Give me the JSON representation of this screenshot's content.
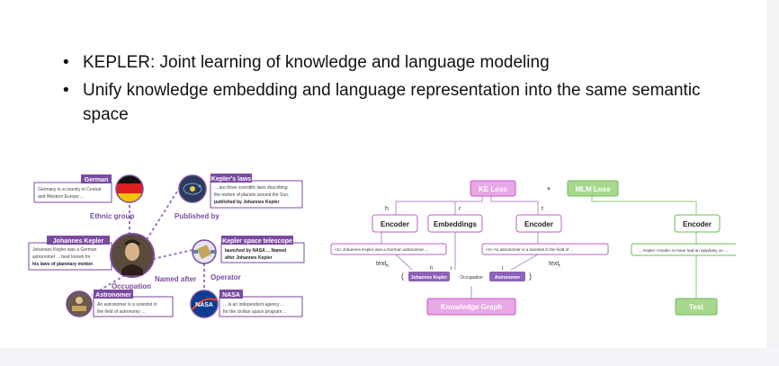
{
  "bullets": [
    {
      "text": "KEPLER: Joint learning of knowledge and language modeling"
    },
    {
      "text": "Unify knowledge embedding and language representation into the same semantic space"
    }
  ],
  "kg": {
    "nodes": {
      "german": {
        "title": "German",
        "desc1": "Germany is a country in Central",
        "desc2": "and Western Europe ..."
      },
      "laws": {
        "title": "Kepler's laws",
        "desc1": "... are three scientific laws describing",
        "desc2": "the motion of planets around the Sun,",
        "desc3": "published by Johannes Kepler"
      },
      "kepler": {
        "title": "Johannes Kepler",
        "desc1": "Johannes Kepler was a German",
        "desc2": "astronomer ... best known for",
        "desc3": "his laws of planetary motion"
      },
      "telescope": {
        "title": "Kepler space telescope",
        "desc1": "launched by NASA ... Named",
        "desc2": "after Johannes Kepler"
      },
      "astronomer": {
        "title": "Astronomer",
        "desc1": "An astronomer is a scientist in",
        "desc2": "the field of astronomy ..."
      },
      "nasa": {
        "title": "NASA",
        "desc1": "... is an independent agency ...",
        "desc2": "for the civilian space program ..."
      }
    },
    "edges": {
      "ethnic": "Ethnic group",
      "published": "Published by",
      "named": "Named after",
      "operator": "Operator",
      "occupation": "Occupation"
    },
    "icon_text": {
      "nasa": "NASA"
    }
  },
  "arch": {
    "ke_loss": "KE Loss",
    "mlm_loss": "MLM Loss",
    "plus": "+",
    "encoder": "Encoder",
    "embeddings": "Embeddings",
    "h": "h",
    "r": "r",
    "t": "t",
    "text_h": "text",
    "text_h_sub": "h",
    "text_t": "text",
    "text_t_sub": "t",
    "input_h": "<s> Johannes Kepler was a German astronomer ...",
    "input_t": "<s> An astronomer is a scientist in the field of ...",
    "triple_open": "(",
    "triple_close": ")",
    "triple_h": "Johannes Kepler",
    "triple_r": "Occupation",
    "triple_t": "Astronomer",
    "tri_lab_h": "h",
    "tri_lab_r": "r",
    "tri_lab_t": "t",
    "kg_label": "Knowledge Graph",
    "mlm_input": "... Kepler <mask> to have had an epiphany on ...",
    "text_label": "Text"
  },
  "colors": {
    "purple": "#7b4aa0",
    "purple_fill": "#e8a7e6",
    "purple_border": "#c05ec4",
    "green": "#a8d88f",
    "green_border": "#6fb85a",
    "green_dark": "#3f8a37"
  }
}
